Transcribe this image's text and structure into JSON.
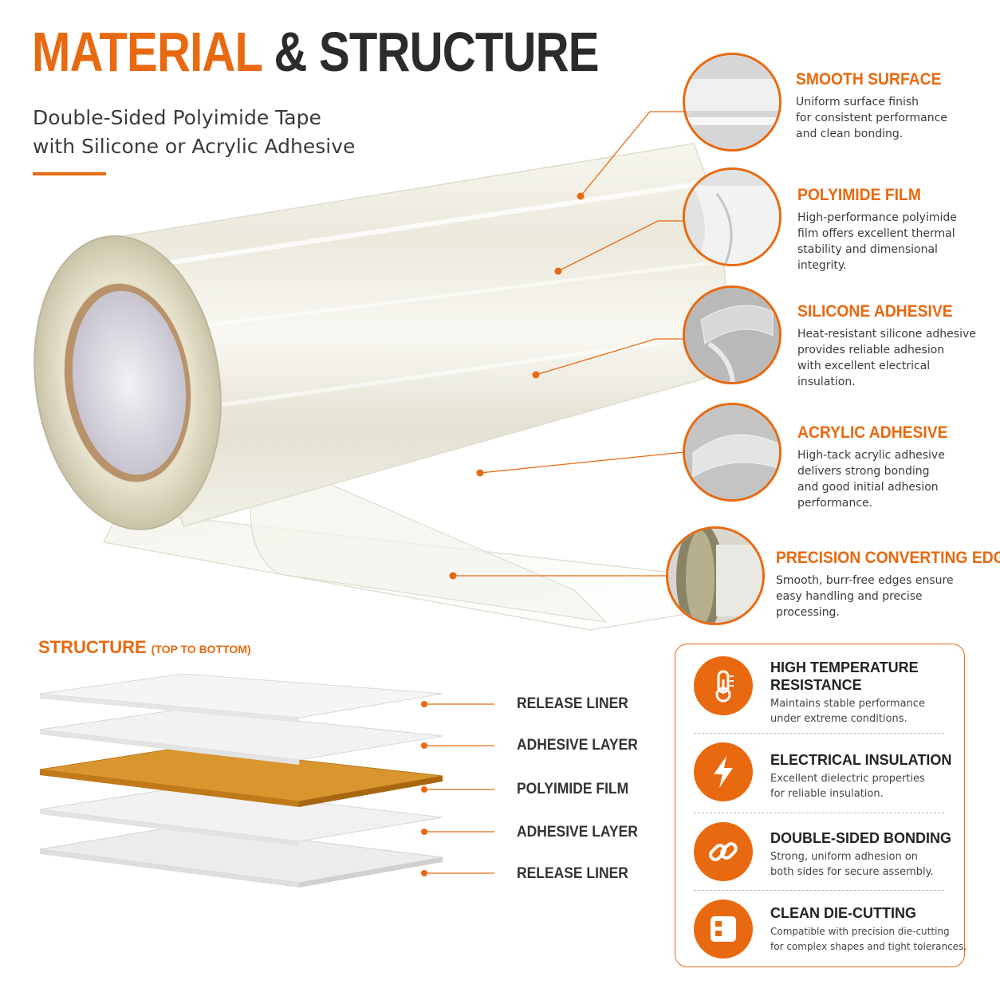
{
  "header": {
    "title_part1": "MATERIAL",
    "title_part2": "& STRUCTURE",
    "subtitle_line1": "Double-Sided Polyimide Tape",
    "subtitle_line2": "with Silicone or Acrylic Adhesive"
  },
  "callouts": [
    {
      "title": "SMOOTH SURFACE",
      "lines": [
        "Uniform surface finish",
        "for consistent performance",
        "and clean bonding."
      ]
    },
    {
      "title": "POLYIMIDE FILM",
      "lines": [
        "High-performance polyimide",
        "film offers excellent thermal",
        "stability and dimensional",
        "integrity."
      ]
    },
    {
      "title": "SILICONE ADHESIVE",
      "lines": [
        "Heat-resistant silicone adhesive",
        "provides reliable adhesion",
        "with excellent electrical",
        "insulation."
      ]
    },
    {
      "title": "ACRYLIC ADHESIVE",
      "lines": [
        "High-tack acrylic adhesive",
        "delivers strong bonding",
        "and good initial adhesion",
        "performance."
      ]
    },
    {
      "title": "PRECISION CONVERTING EDGE",
      "lines": [
        "Smooth, burr-free edges ensure",
        "easy handling and precise",
        "processing."
      ]
    }
  ],
  "structure": {
    "heading": "STRUCTURE",
    "heading_note": "(TOP TO BOTTOM)",
    "layers": [
      "RELEASE LINER",
      "ADHESIVE LAYER",
      "POLYIMIDE FILM",
      "ADHESIVE LAYER",
      "RELEASE LINER"
    ]
  },
  "features": [
    {
      "icon": "thermometer-icon",
      "title_lines": [
        "HIGH TEMPERATURE",
        "RESISTANCE"
      ],
      "desc_lines": [
        "Maintains stable performance",
        "under extreme conditions."
      ]
    },
    {
      "icon": "lightning-icon",
      "title_lines": [
        "ELECTRICAL INSULATION"
      ],
      "desc_lines": [
        "Excellent dielectric properties",
        "for reliable insulation."
      ]
    },
    {
      "icon": "link-icon",
      "title_lines": [
        "DOUBLE-SIDED BONDING"
      ],
      "desc_lines": [
        "Strong, uniform adhesion on",
        "both sides for secure assembly."
      ]
    },
    {
      "icon": "die-cut-icon",
      "title_lines": [
        "CLEAN DIE-CUTTING"
      ],
      "desc_lines": [
        "Compatible with precision die-cutting",
        "for complex shapes and tight tolerances."
      ]
    }
  ],
  "colors": {
    "accent": "#e8690f",
    "dark_text": "#2b2b2b",
    "polyimide_amber": "#d9962f"
  }
}
